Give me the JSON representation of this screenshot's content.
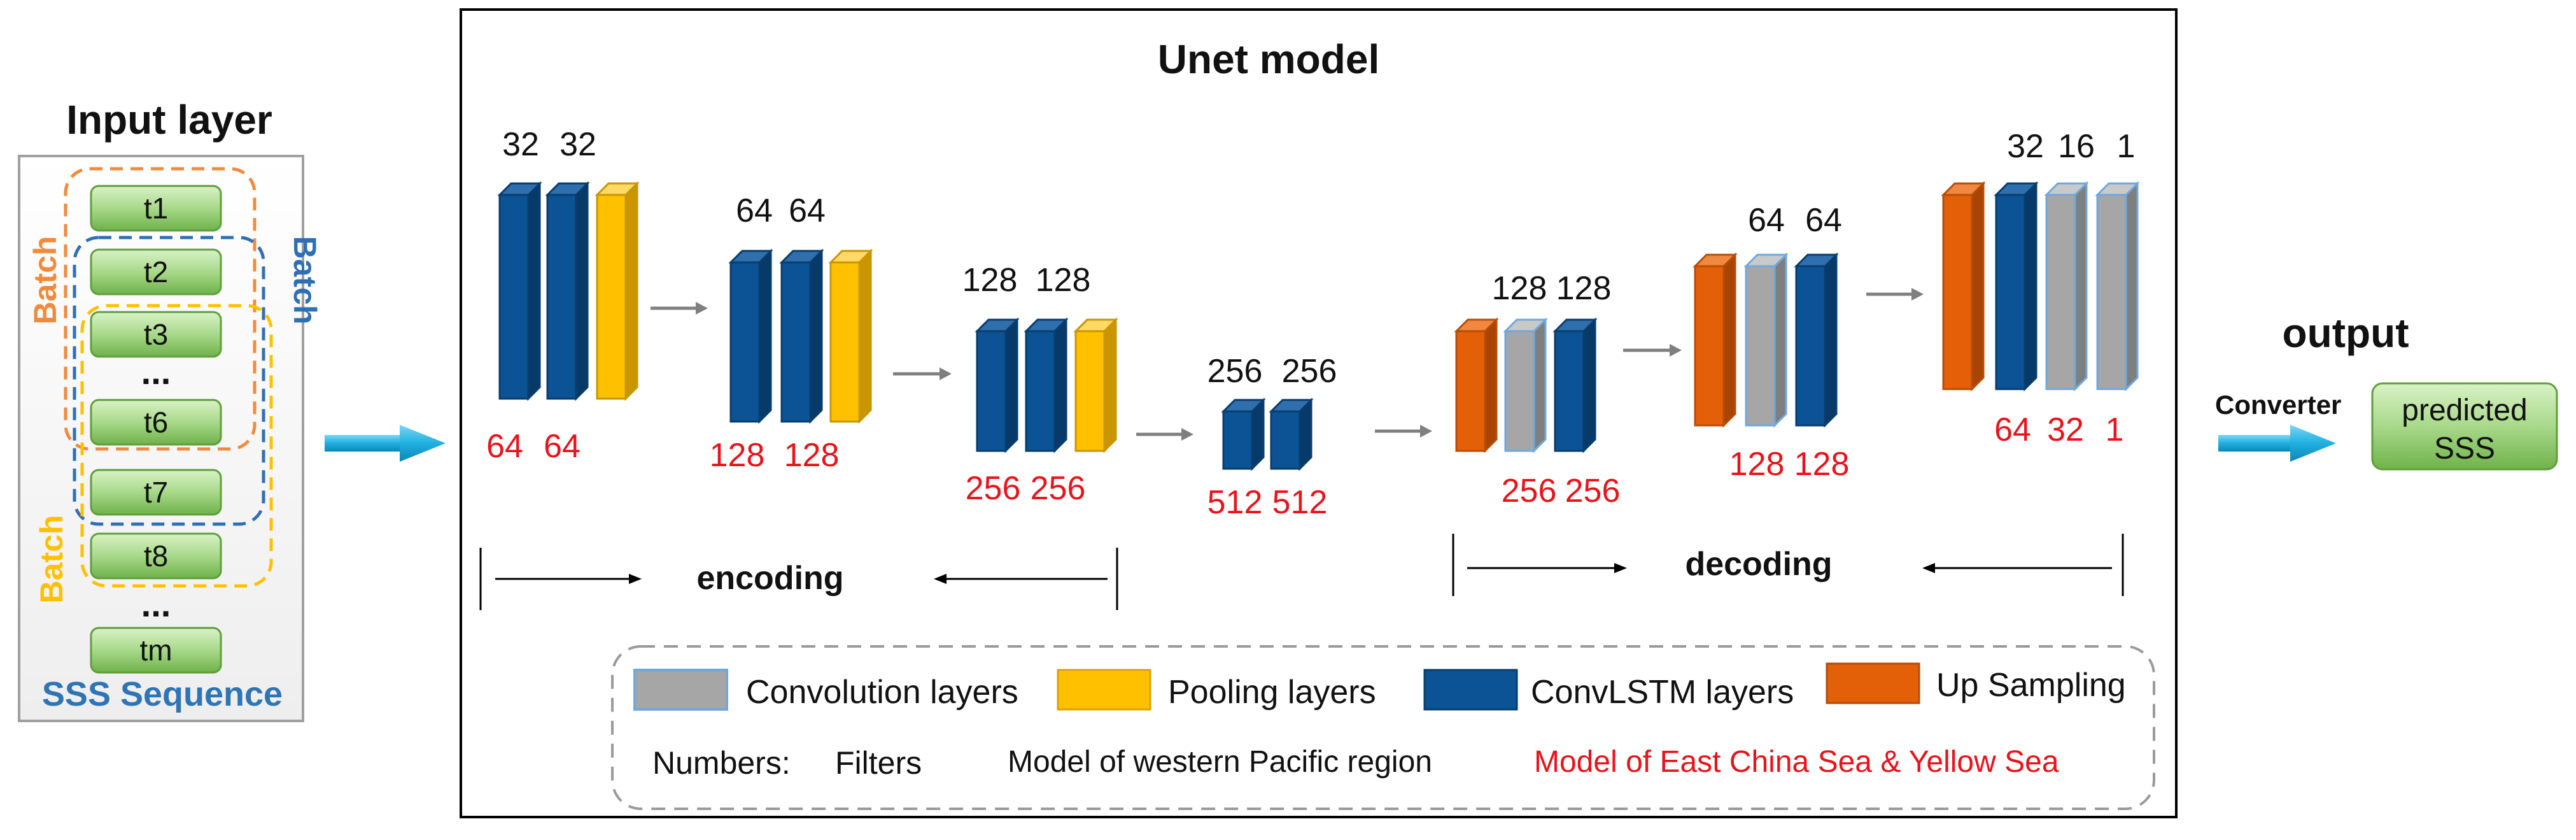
{
  "input_panel": {
    "title": "Input layer",
    "items": [
      "t1",
      "t2",
      "t3",
      "...",
      "t6",
      "t7",
      "t8",
      "...",
      "tm"
    ],
    "batch_labels": [
      "Batch",
      "Batch",
      "Batch"
    ],
    "sequence_label": "SSS Sequence"
  },
  "unet": {
    "title": "Unet model",
    "stages": [
      {
        "black": [
          "32",
          "32"
        ],
        "red": [
          "64",
          "64"
        ]
      },
      {
        "black": [
          "64",
          "64"
        ],
        "red": [
          "128",
          "128"
        ]
      },
      {
        "black": [
          "128",
          "128"
        ],
        "red": [
          "256",
          "256"
        ]
      },
      {
        "black": [
          "256",
          "256"
        ],
        "red": [
          "512",
          "512"
        ]
      },
      {
        "black": [
          "128",
          "128"
        ],
        "red": [
          "256",
          "256"
        ]
      },
      {
        "black": [
          "64",
          "64"
        ],
        "red": [
          "128",
          "128"
        ]
      },
      {
        "black": [
          "32",
          "16",
          "1"
        ],
        "red": [
          "64",
          "32",
          "1"
        ]
      }
    ],
    "encoding_label": "encoding",
    "decoding_label": "decoding"
  },
  "legend": {
    "items": [
      "Convolution layers",
      "Pooling layers",
      "ConvLSTM layers",
      "Up Sampling"
    ],
    "numbers_label": "Numbers:",
    "filters_label": "Filters",
    "black_model": "Model of western Pacific region",
    "red_model": "Model of East China Sea & Yellow Sea"
  },
  "output": {
    "title": "output",
    "converter_label": "Converter",
    "box_lines": [
      "predicted",
      "SSS"
    ]
  },
  "colors": {
    "convlstm": "#0b5394",
    "pooling": "#ffc000",
    "convolution": "#a6a6a6",
    "upsampling": "#e36009",
    "batch_orange": "#f28a3c",
    "batch_blue": "#2e6fb5",
    "batch_yellow": "#ffc000",
    "sequence_blue": "#2e75b6",
    "arrow_cyan": "#1fb0e0",
    "red_numbers": "#e8131b"
  }
}
